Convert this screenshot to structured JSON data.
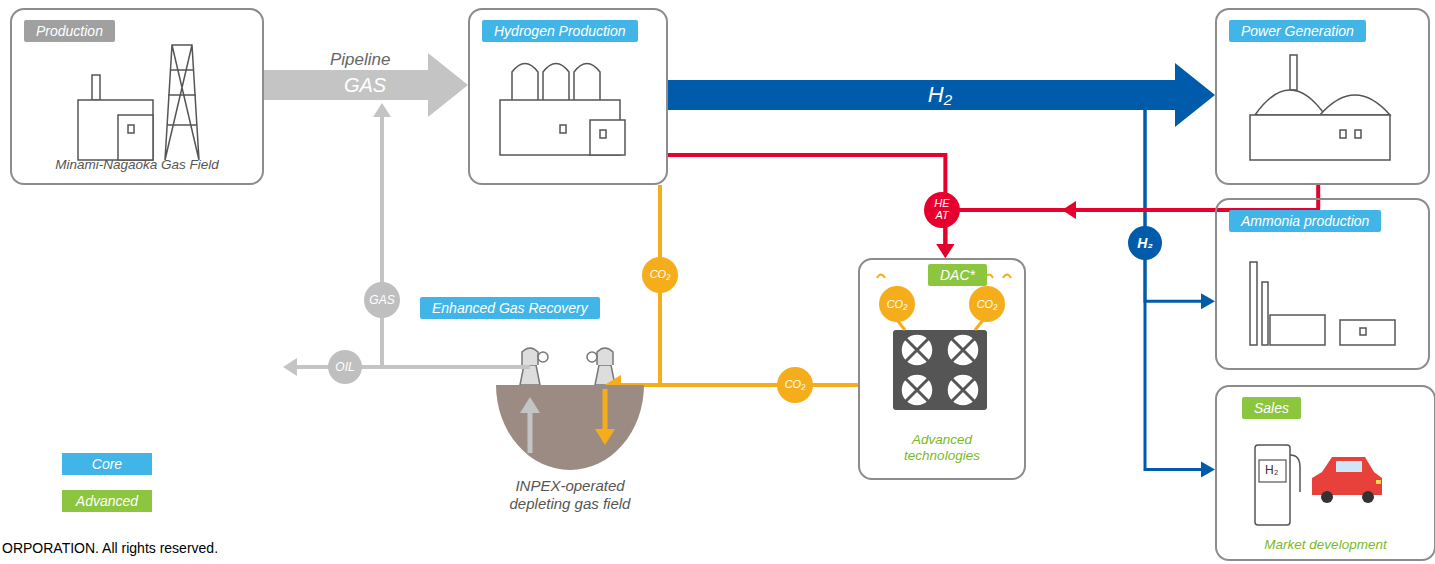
{
  "diagram": {
    "nodes": [
      {
        "text": [
          "Production",
          "Minami-Nagaoka Gas Field"
        ]
      },
      {
        "text": [
          "Hydrogen Production"
        ]
      },
      {
        "text": [
          "Power Generation"
        ]
      },
      {
        "text": [
          "Ammonia production"
        ]
      },
      {
        "text": [
          "DAC*",
          "Advanced technologies"
        ]
      },
      {
        "text": [
          "CO₂"
        ],
        "in": 4
      },
      {
        "text": [
          "CO₂"
        ],
        "in": 4
      },
      {
        "text": [
          "Sales",
          "Market development"
        ]
      },
      {
        "text": [
          "INPEX-operated depleting gas field"
        ]
      }
    ],
    "edges": [
      {
        "from": 0,
        "to": 1,
        "label": "GAS",
        "arrow": "to"
      },
      {
        "from": 1,
        "to": 2,
        "label": "H₂",
        "arrow": "to"
      },
      {
        "from": 1,
        "to": 3,
        "label": "H₂",
        "arrow": "to"
      },
      {
        "from": 1,
        "to": 7,
        "arrow": "to"
      },
      {
        "from": 2,
        "to": 4,
        "label": "HEAT",
        "arrow": "to"
      },
      {
        "from": 1,
        "to": 4,
        "arrow": "to"
      },
      {
        "from": 1,
        "to": 8,
        "label": "CO₂",
        "arrow": "to"
      },
      {
        "from": 4,
        "to": 8,
        "label": "CO₂",
        "arrow": "to"
      },
      {
        "from": 8,
        "to": 1,
        "label": "GAS",
        "arrow": "to"
      }
    ],
    "labels": [
      "Pipeline",
      "OIL",
      "Enhanced Gas Recovery",
      "H₂",
      "ORPORATION. All rights reserved."
    ],
    "legend": [
      {
        "text": "Core",
        "color": "#42b5e8"
      },
      {
        "text": "Advanced",
        "color": "#8cc63e"
      }
    ]
  }
}
